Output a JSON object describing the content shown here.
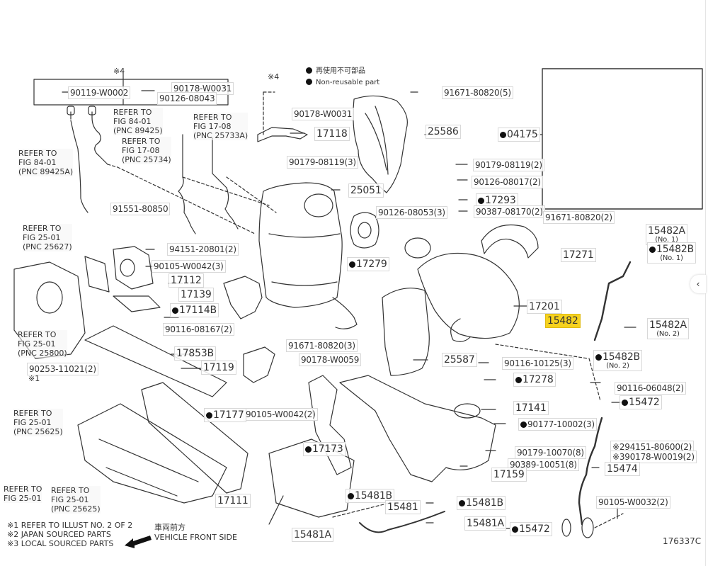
{
  "legend": {
    "non_reusable_jp": "再使用不可部品",
    "non_reusable_en": "Non-reusable part"
  },
  "header_box": {
    "mark": "※4",
    "parts": [
      "90119-W0002",
      "90178-W0031",
      "90126-08043"
    ]
  },
  "refer_notes": [
    "REFER TO\nFIG 84-01\n(PNC 89425)",
    "REFER TO\nFIG 84-01\n(PNC 89425A)",
    "REFER TO\nFIG 17-08\n(PNC 25734)",
    "REFER TO\nFIG 17-08\n(PNC 25733A)",
    "REFER TO\nFIG 25-01\n(PNC 25627)",
    "REFER TO\nFIG 25-01\n(PNC 25800)",
    "REFER TO\nFIG 25-01\n(PNC 25625)",
    "REFER TO\nFIG 25-01",
    "REFER TO\nFIG 25-01\n(PNC 25625)"
  ],
  "labels": {
    "mark4_b": "※4",
    "p90178_W0031": "90178-W0031",
    "p17118": "17118",
    "p90179_08119_3": "90179-08119(3)",
    "p25051": "25051",
    "p91671_80820_5": "91671-80820(5)",
    "p25586": "25586",
    "p04175": "04175",
    "p90179_08119_2": "90179-08119(2)",
    "p90126_08017_2": "90126-08017(2)",
    "p17293": "17293",
    "p90126_08053_3": "90126-08053(3)",
    "p90387_08170_2": "90387-08170(2)",
    "p91671_80820_2": "91671-80820(2)",
    "p15482A_1": "15482A",
    "p15482A_1_sub": "(No. 1)",
    "p15482B_1": "15482B",
    "p15482B_1_sub": "(No. 1)",
    "p17271": "17271",
    "p91551_80850": "91551-80850",
    "p94151_20801_2": "94151-20801(2)",
    "p90105_W0042_3": "90105-W0042(3)",
    "p17112": "17112",
    "p17139": "17139",
    "p17114B": "17114B",
    "p90116_08167_2": "90116-08167(2)",
    "p17853B": "17853B",
    "p17119": "17119",
    "p90253_11021_2": "90253-11021(2)",
    "mark1": "※1",
    "p17279": "17279",
    "p17201": "17201",
    "p15482": "15482",
    "p15482A_2": "15482A",
    "p15482A_2_sub": "(No. 2)",
    "p15482B_2": "15482B",
    "p15482B_2_sub": "(No. 2)",
    "p91671_80820_3": "91671-80820(3)",
    "p90178_W0059": "90178-W0059",
    "p25587": "25587",
    "p90116_10125_3": "90116-10125(3)",
    "p17278": "17278",
    "p90116_06048_2": "90116-06048(2)",
    "p15472_a": "15472",
    "p90105_W0042_2": "90105-W0042(2)",
    "p17177": "17177",
    "p17141": "17141",
    "p90177_10002_3": "90177-10002(3)",
    "p94151_80600_2": "※294151-80600(2)",
    "p90178_W0019_2": "※390178-W0019(2)",
    "p17173": "17173",
    "p90179_10070_8": "90179-10070(8)",
    "p90389_10051_8": "90389-10051(8)",
    "p17159": "17159",
    "p15474": "15474",
    "p17111": "17111",
    "p15481B_a": "15481B",
    "p15481": "15481",
    "p15481B_b": "15481B",
    "p15481A_b": "15481A",
    "p15481A_a": "15481A",
    "p15472_b": "15472",
    "p90105_W0032_2": "90105-W0032(2)"
  },
  "footnotes": [
    "※1  REFER TO ILLUST NO. 2 OF 2",
    "※2 JAPAN SOURCED PARTS",
    "※3 LOCAL SOURCED PARTS"
  ],
  "vehicle_front": {
    "jp": "車両前方",
    "en": "VEHICLE FRONT SIDE"
  },
  "illustration_id": "176337C",
  "highlighted_part": "15482",
  "highlight_color": "#f6d21f",
  "side_toggle": "‹"
}
